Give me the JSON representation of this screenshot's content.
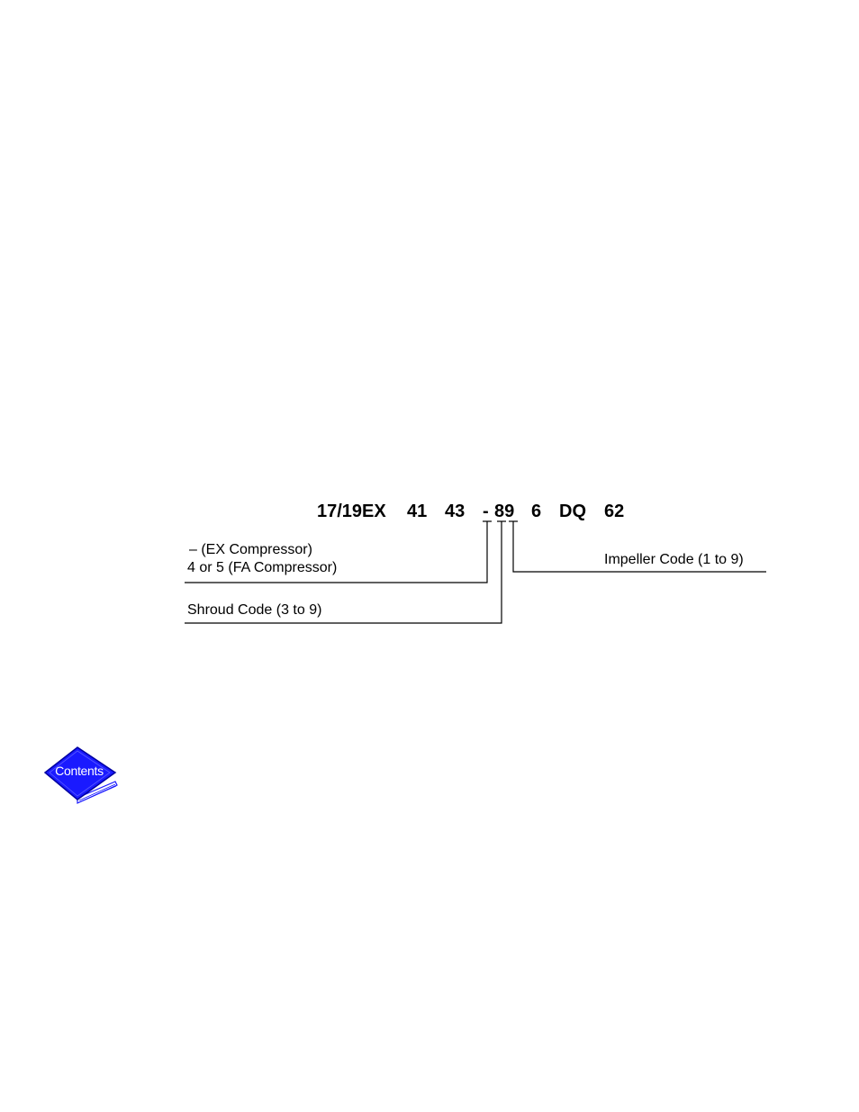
{
  "model_number": {
    "parts": [
      "17/19EX",
      "41",
      "43",
      "-",
      "89",
      "6",
      "DQ",
      "62"
    ]
  },
  "callouts": {
    "compressor_line1": "– (EX Compressor)",
    "compressor_line2": "4 or 5 (FA Compressor)",
    "shroud": "Shroud Code (3 to 9)",
    "impeller": "Impeller Code (1 to 9)"
  },
  "contents_button": {
    "label": "Contents",
    "icon": "contents-book-icon",
    "color": "#1a1aff"
  }
}
